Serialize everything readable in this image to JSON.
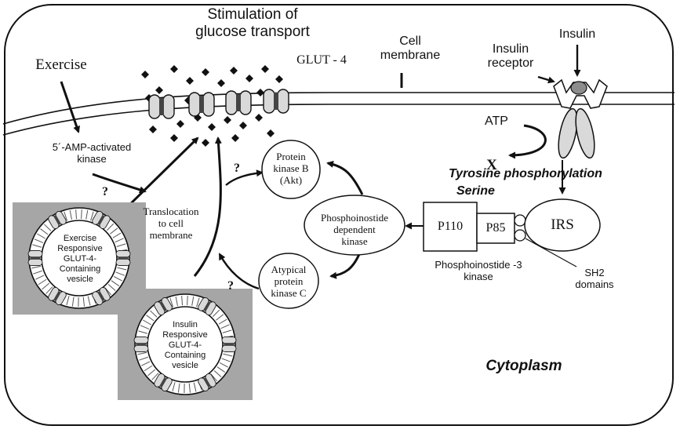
{
  "labels": {
    "stimulation": "Stimulation of\nglucose transport",
    "glut4": "GLUT  - 4",
    "cell_membrane": "Cell\nmembrane",
    "insulin": "Insulin",
    "insulin_receptor": "Insulin\nreceptor",
    "exercise": "Exercise",
    "ampk": "5´-AMP-activated\nkinase",
    "atp": "ATP",
    "tyrosine": "Tyrosine  phosphorylation",
    "serine": "Serine",
    "translocation": "Translocation\nto cell\nmembrane",
    "pkb": "Protein\nkinase B\n(Akt)",
    "pdk": "Phosphoinostide\ndependent\nkinase",
    "apkc": "Atypical\nprotein\nkinase C",
    "p110": "P110",
    "p85": "P85",
    "irs": "IRS",
    "pi3k": "Phosphoinostide  -3\nkinase",
    "sh2": "SH2\ndomains",
    "exercise_vesicle": "Exercise\nResponsive\nGLUT-4-\nContaining\nvesicle",
    "insulin_vesicle": "Insulin\nResponsive\nGLUT-4-\nContaining\nvesicle",
    "cytoplasm": "Cytoplasm",
    "question_mark": "?",
    "x_mark": "X"
  },
  "colors": {
    "stroke": "#111111",
    "vesicle_box": "#a6a6a6",
    "transporter": "#d9d9d9",
    "receptor": "#d9d9d9",
    "receptor_ligand": "#8c8c8c"
  }
}
